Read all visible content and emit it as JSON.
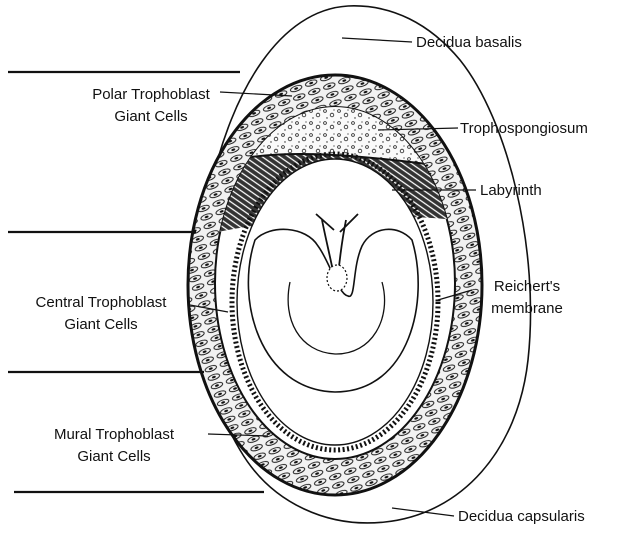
{
  "labels": {
    "decidua_basalis": "Decidua basalis",
    "polar_line1": "Polar Trophoblast",
    "polar_line2": "Giant Cells",
    "trophospongiosum": "Trophospongiosum",
    "labyrinth": "Labyrinth",
    "central_line1": "Central Trophoblast",
    "central_line2": "Giant Cells",
    "reicherts_line1": "Reichert's",
    "reicherts_line2": "membrane",
    "mural_line1": "Mural Trophoblast",
    "mural_line2": "Giant Cells",
    "decidua_capsularis": "Decidua capsularis"
  },
  "colors": {
    "ink": "#111111",
    "background": "#ffffff"
  }
}
